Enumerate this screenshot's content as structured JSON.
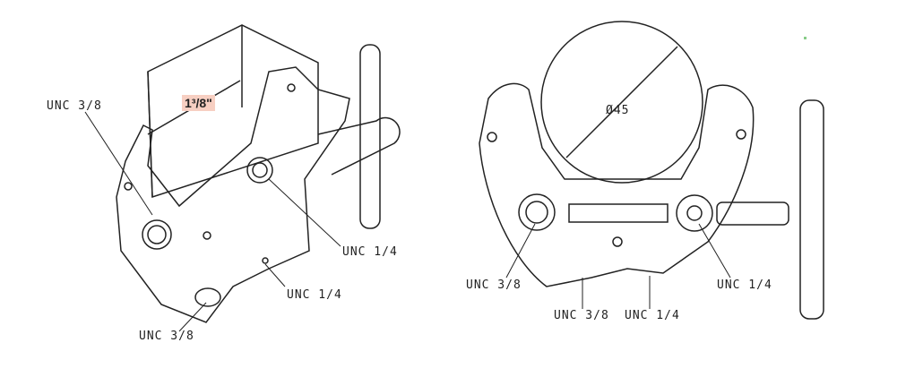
{
  "left_view": {
    "dimension": "1³/8\"",
    "labels": [
      "UNC 3/8",
      "UNC 1/4",
      "UNC 1/4",
      "UNC 3/8"
    ]
  },
  "right_view": {
    "diameter": "Ø45",
    "labels": [
      "UNC 3/8",
      "UNC 3/8",
      "UNC 1/4",
      "UNC 1/4"
    ]
  }
}
